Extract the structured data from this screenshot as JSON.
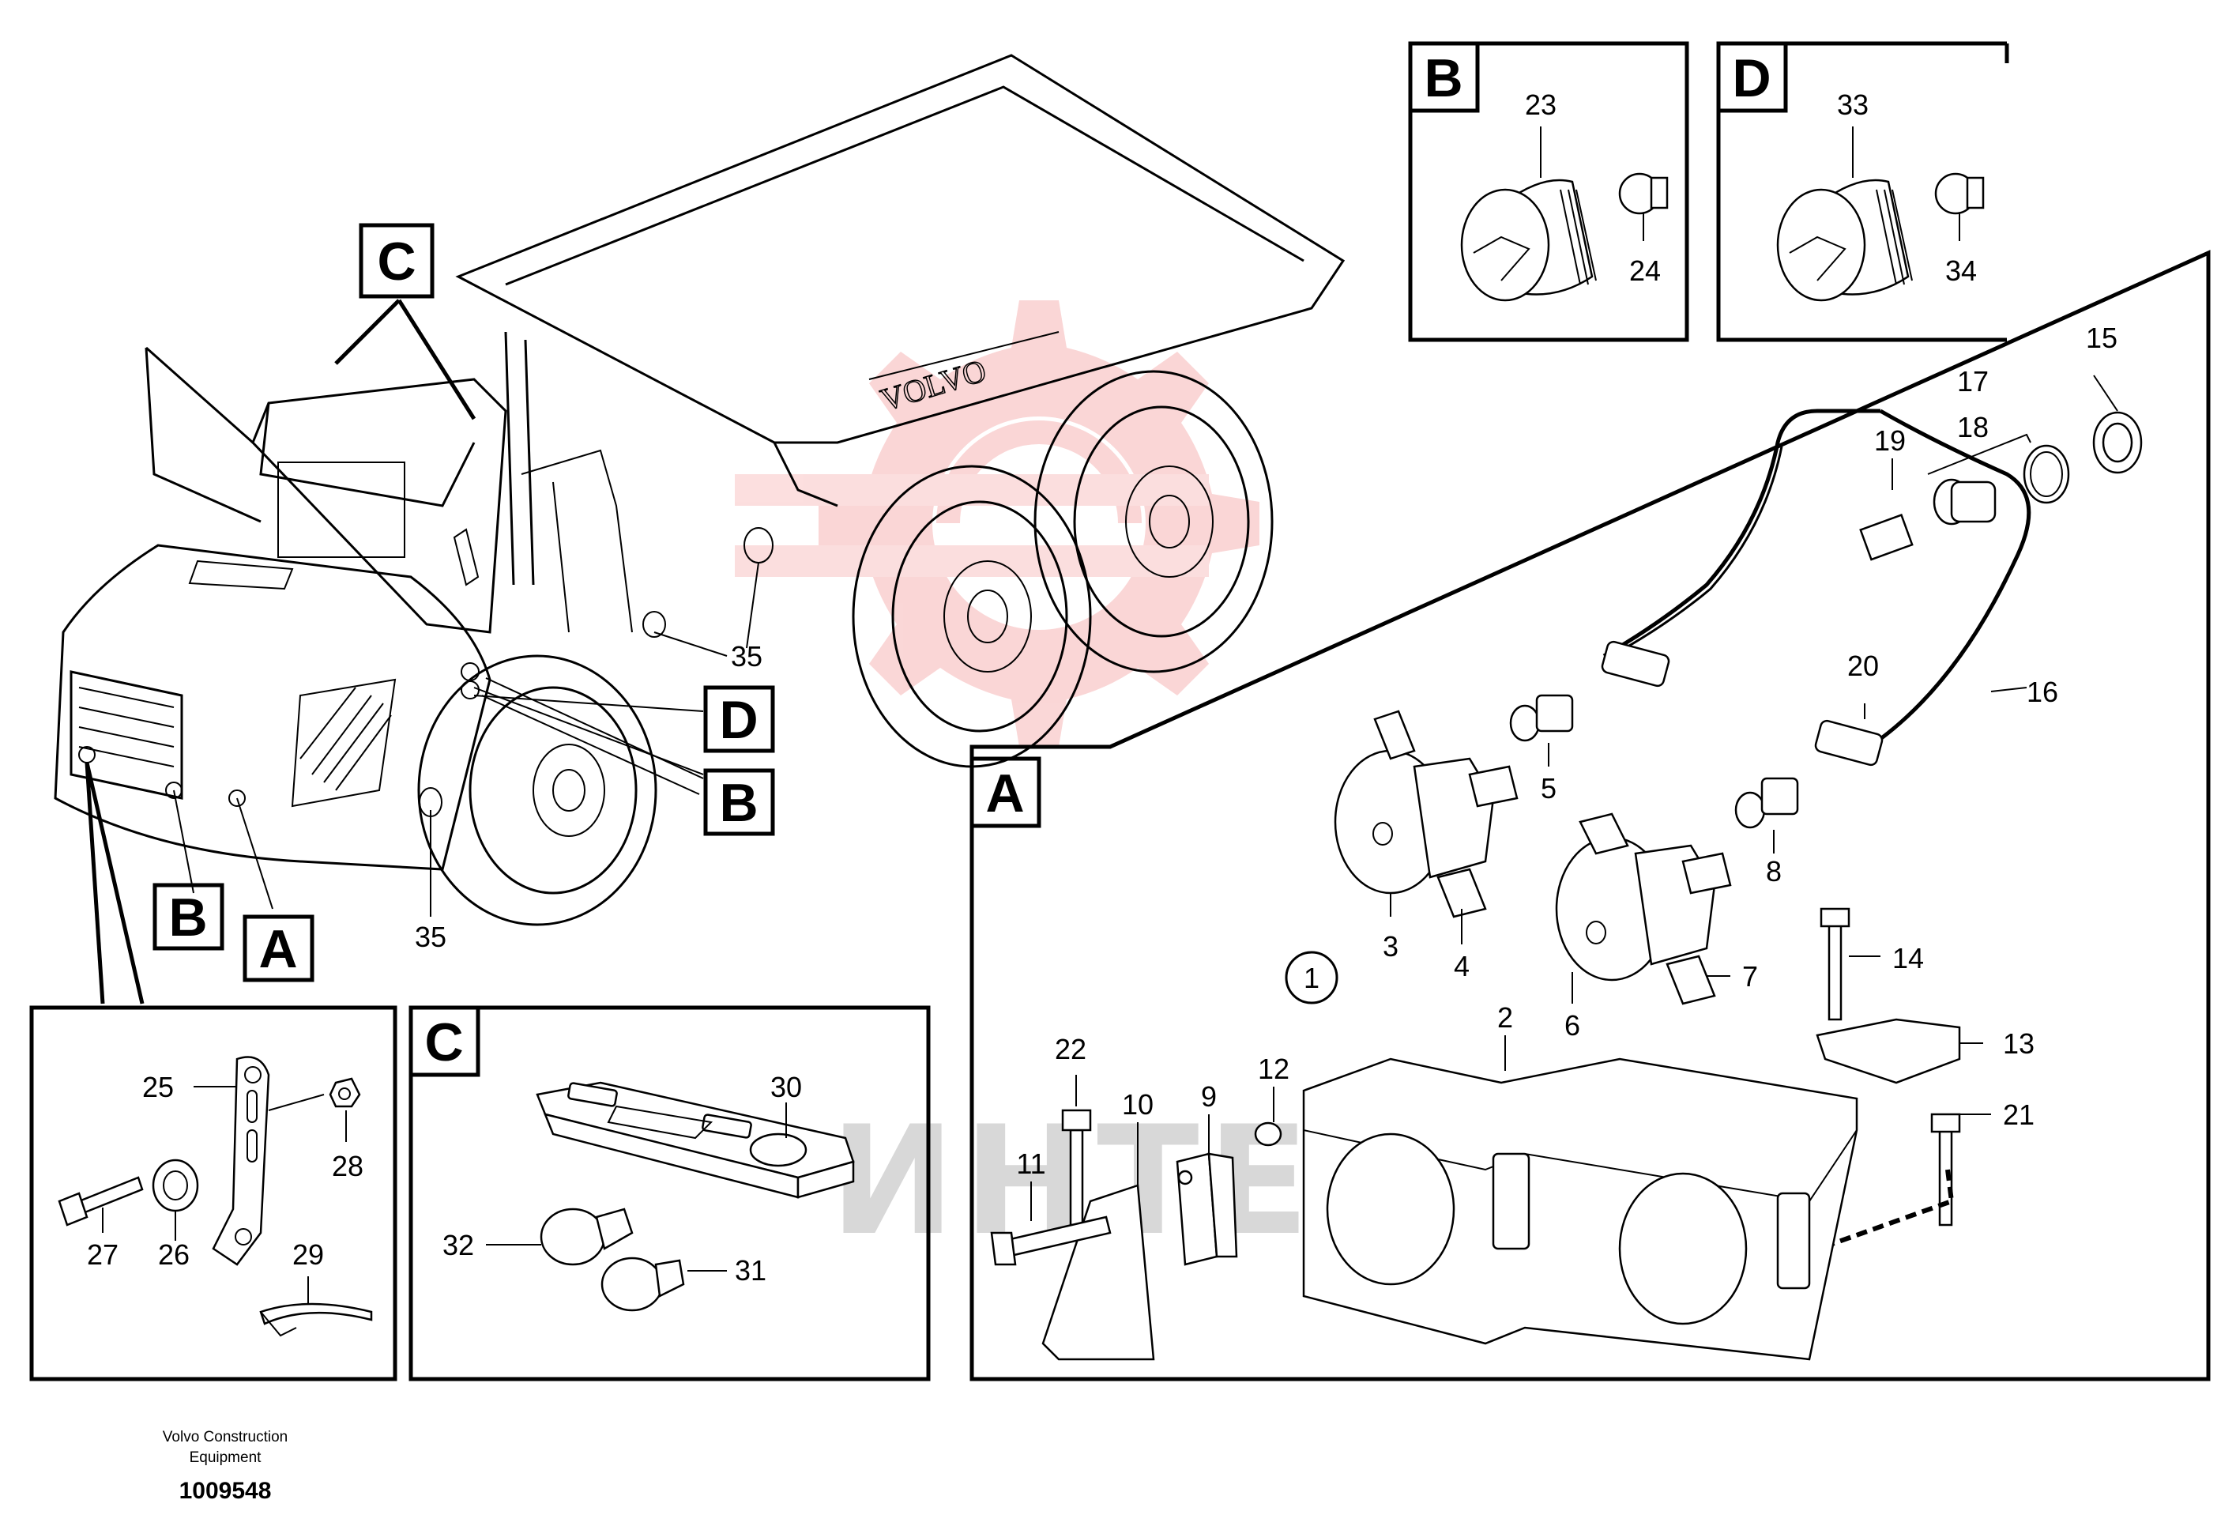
{
  "watermark": "ИНТЕХ",
  "footer": {
    "company_line1": "Volvo Construction",
    "company_line2": "Equipment",
    "drawing_number": "1009548"
  },
  "views": {
    "A": "A",
    "B": "B",
    "C": "C",
    "D": "D"
  },
  "truck_labels": {
    "C": "C",
    "D": "D",
    "B_rear": "B",
    "B_front": "B",
    "A_front": "A",
    "p35_upper": "35",
    "p35_lower": "35"
  },
  "callouts": {
    "p1": "1",
    "p2": "2",
    "p3": "3",
    "p4": "4",
    "p5": "5",
    "p6": "6",
    "p7": "7",
    "p8": "8",
    "p9": "9",
    "p10": "10",
    "p11": "11",
    "p12": "12",
    "p13": "13",
    "p14": "14",
    "p15": "15",
    "p16": "16",
    "p17": "17",
    "p18": "18",
    "p19": "19",
    "p20": "20",
    "p21": "21",
    "p22": "22",
    "p23": "23",
    "p24": "24",
    "p25": "25",
    "p26": "26",
    "p27": "27",
    "p28": "28",
    "p29": "29",
    "p30": "30",
    "p31": "31",
    "p32": "32",
    "p33": "33",
    "p34": "34"
  }
}
